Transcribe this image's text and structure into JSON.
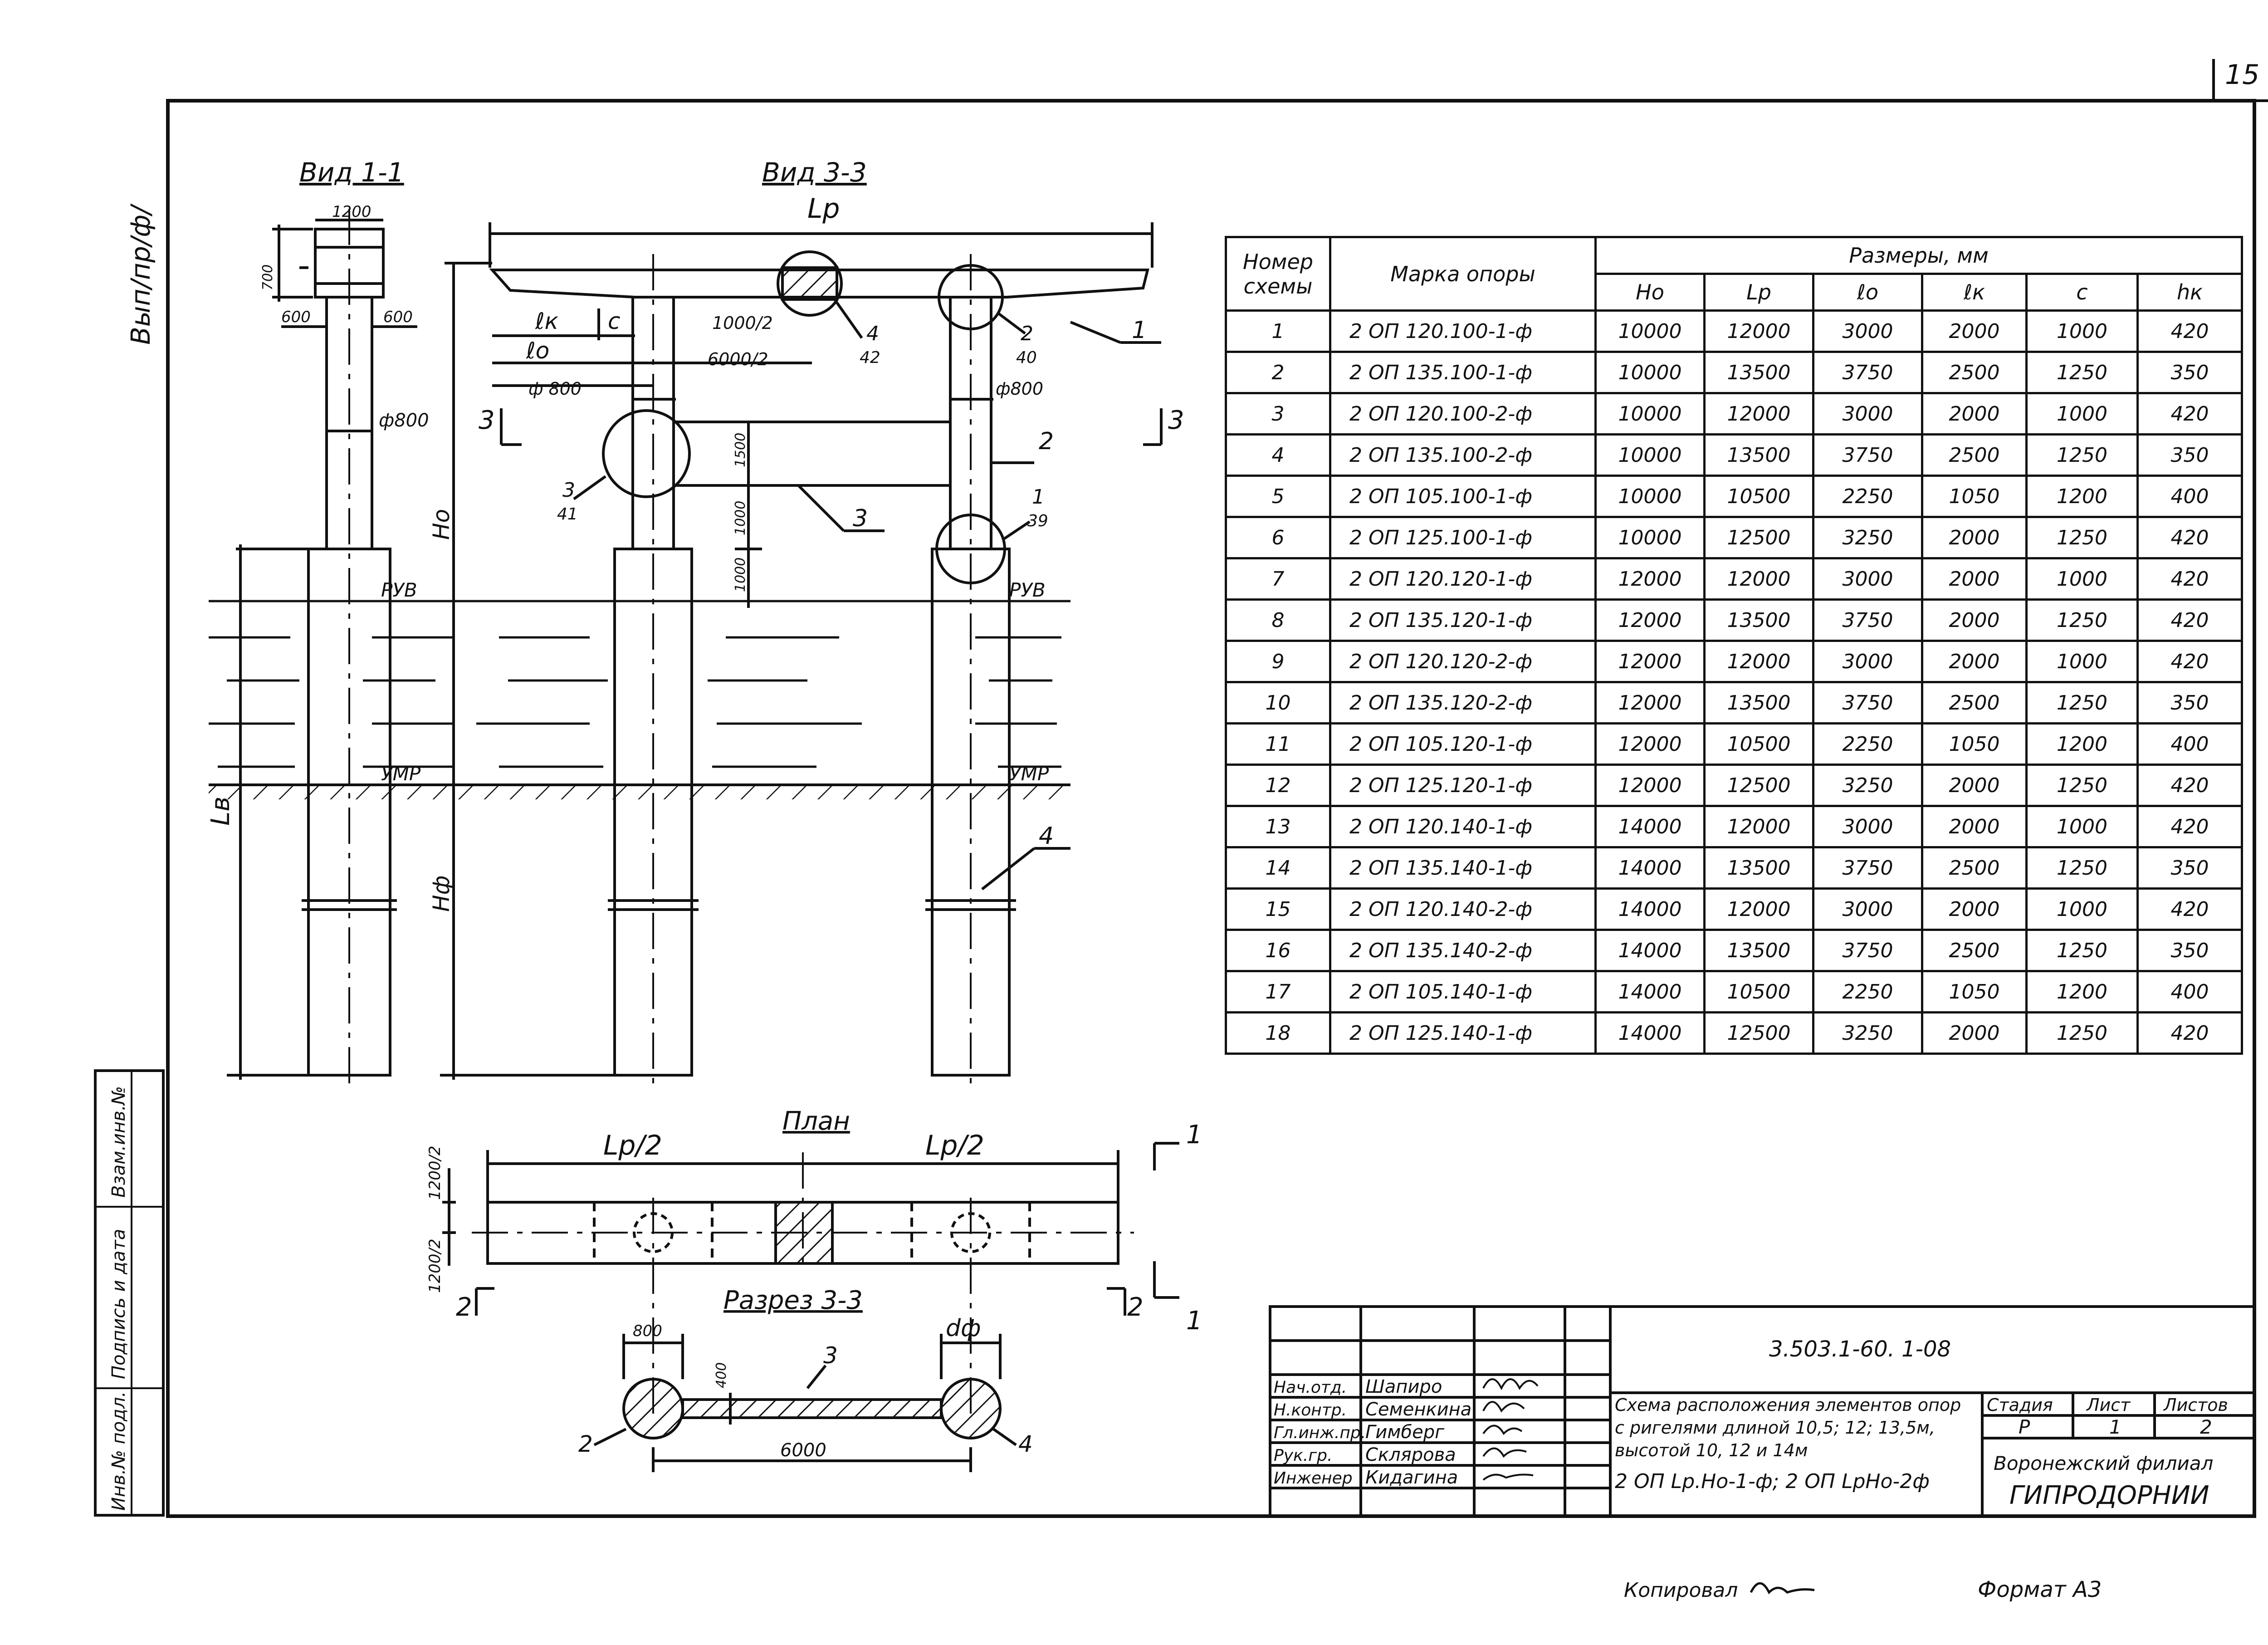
{
  "page": {
    "sheet_number": "15",
    "copied_label": "Копировал",
    "format_label": "Формат А3"
  },
  "views": {
    "view11": "Вид 1-1",
    "view33": "Вид 3-3",
    "plan": "План",
    "section33": "Разрез 3-3"
  },
  "labels": {
    "lp": "Lр",
    "lp_half": "Lр/2",
    "ek": "ℓк",
    "eo": "ℓо",
    "c": "с",
    "ho": "Hо",
    "hf": "Hф",
    "lv": "Lв",
    "ruv": "РУВ",
    "umr": "УМР",
    "d800": "ф800",
    "phi800": "ф 800",
    "dphi": "dф",
    "dim_1200": "1200",
    "dim_700": "700",
    "dim_600": "600",
    "dim_1000_2": "1000/2",
    "dim_6000_2": "6000/2",
    "dim_1500": "1500",
    "dim_1000": "1000",
    "dim_1200_2": "1200/2",
    "dim_800": "800",
    "dim_400": "400",
    "dim_6000": "6000",
    "cut3": "3",
    "cut1": "1",
    "cut2": "2",
    "n1": "1",
    "n2": "2",
    "n3": "3",
    "n4": "4",
    "ref_4_42a": "4",
    "ref_4_42b": "42",
    "ref_2_40a": "2",
    "ref_2_40b": "40",
    "ref_3_41a": "3",
    "ref_3_41b": "41",
    "ref_1_39a": "1",
    "ref_1_39b": "39"
  },
  "side_stamps": {
    "top": "Вып/пр/ф/",
    "bottom_1": "Инв.№ подл.",
    "bottom_2": "Подпись и дата",
    "bottom_3": "Взам.инв.№"
  },
  "table": {
    "col_num": "Номер схемы",
    "col_mark": "Марка опоры",
    "col_dims": "Размеры, мм",
    "sub": [
      "Hо",
      "Lр",
      "ℓо",
      "ℓк",
      "с",
      "hк"
    ],
    "rows": [
      [
        "1",
        "2 ОП 120.100-1-ф",
        "10000",
        "12000",
        "3000",
        "2000",
        "1000",
        "420"
      ],
      [
        "2",
        "2 ОП 135.100-1-ф",
        "10000",
        "13500",
        "3750",
        "2500",
        "1250",
        "350"
      ],
      [
        "3",
        "2 ОП 120.100-2-ф",
        "10000",
        "12000",
        "3000",
        "2000",
        "1000",
        "420"
      ],
      [
        "4",
        "2 ОП 135.100-2-ф",
        "10000",
        "13500",
        "3750",
        "2500",
        "1250",
        "350"
      ],
      [
        "5",
        "2 ОП 105.100-1-ф",
        "10000",
        "10500",
        "2250",
        "1050",
        "1200",
        "400"
      ],
      [
        "6",
        "2 ОП 125.100-1-ф",
        "10000",
        "12500",
        "3250",
        "2000",
        "1250",
        "420"
      ],
      [
        "7",
        "2 ОП 120.120-1-ф",
        "12000",
        "12000",
        "3000",
        "2000",
        "1000",
        "420"
      ],
      [
        "8",
        "2 ОП 135.120-1-ф",
        "12000",
        "13500",
        "3750",
        "2000",
        "1250",
        "420"
      ],
      [
        "9",
        "2 ОП 120.120-2-ф",
        "12000",
        "12000",
        "3000",
        "2000",
        "1000",
        "420"
      ],
      [
        "10",
        "2 ОП 135.120-2-ф",
        "12000",
        "13500",
        "3750",
        "2500",
        "1250",
        "350"
      ],
      [
        "11",
        "2 ОП 105.120-1-ф",
        "12000",
        "10500",
        "2250",
        "1050",
        "1200",
        "400"
      ],
      [
        "12",
        "2 ОП 125.120-1-ф",
        "12000",
        "12500",
        "3250",
        "2000",
        "1250",
        "420"
      ],
      [
        "13",
        "2 ОП 120.140-1-ф",
        "14000",
        "12000",
        "3000",
        "2000",
        "1000",
        "420"
      ],
      [
        "14",
        "2 ОП 135.140-1-ф",
        "14000",
        "13500",
        "3750",
        "2500",
        "1250",
        "350"
      ],
      [
        "15",
        "2 ОП 120.140-2-ф",
        "14000",
        "12000",
        "3000",
        "2000",
        "1000",
        "420"
      ],
      [
        "16",
        "2 ОП 135.140-2-ф",
        "14000",
        "13500",
        "3750",
        "2500",
        "1250",
        "350"
      ],
      [
        "17",
        "2 ОП 105.140-1-ф",
        "14000",
        "10500",
        "2250",
        "1050",
        "1200",
        "400"
      ],
      [
        "18",
        "2 ОП 125.140-1-ф",
        "14000",
        "12500",
        "3250",
        "2000",
        "1250",
        "420"
      ]
    ]
  },
  "title_block": {
    "code": "3.503.1-60. 1-08",
    "roles": [
      "Нач.отд.",
      "Н.контр.",
      "Гл.инж.пр.",
      "Рук.гр.",
      "Инженер"
    ],
    "names": [
      "Шапиро",
      "Семенкина",
      "Гимберг",
      "Склярова",
      "Кидагина"
    ],
    "title_1": "Схема расположения элементов опор",
    "title_2": "с ригелями длиной 10,5; 12; 13,5м,",
    "title_3": "высотой 10, 12 и 14м",
    "title_4": "2 ОП Lр.Hо-1-ф; 2 ОП LрHо-2ф",
    "stage_label": "Стадия",
    "sheet_label": "Лист",
    "sheets_label": "Листов",
    "stage": "Р",
    "sheet": "1",
    "sheets": "2",
    "org_1": "Воронежский филиал",
    "org_2": "ГИПРОДОРНИИ"
  }
}
